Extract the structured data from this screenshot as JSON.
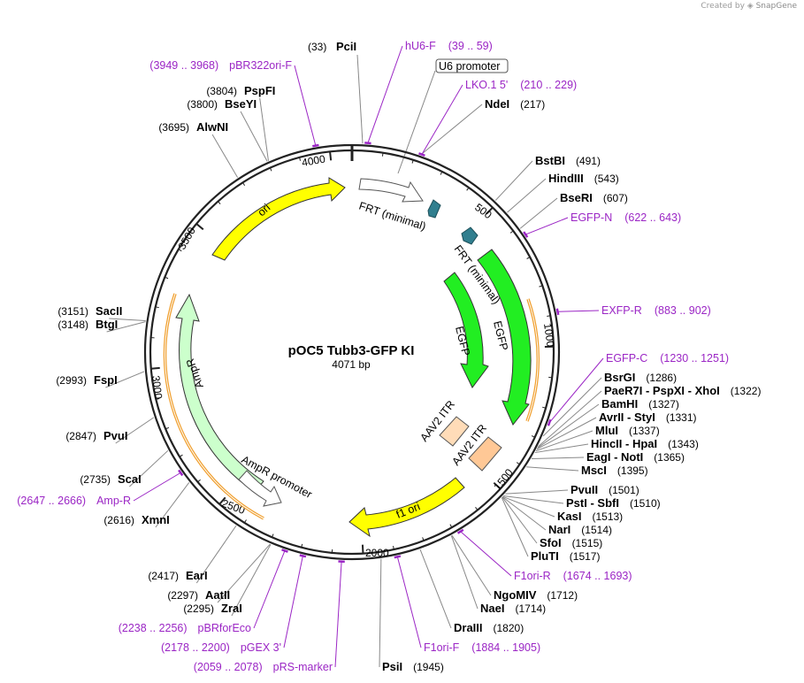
{
  "credit": {
    "prefix": "Created by",
    "brand": "SnapGene"
  },
  "plasmid": {
    "name": "pOC5 Tubb3-GFP KI",
    "length_label": "4071 bp",
    "length": 4071
  },
  "ticks": [
    "500",
    "1000",
    "1500",
    "2000",
    "2500",
    "3000",
    "3500",
    "4000"
  ],
  "enzymes": [
    {
      "name": "PciI",
      "pos": "(33)"
    },
    {
      "name": "NdeI",
      "pos": "(217)"
    },
    {
      "name": "BstBI",
      "pos": "(491)"
    },
    {
      "name": "HindIII",
      "pos": "(543)"
    },
    {
      "name": "BseRI",
      "pos": "(607)"
    },
    {
      "name": "BsrGI",
      "pos": "(1286)"
    },
    {
      "name": "PaeR7I - PspXI - XhoI",
      "pos": "(1322)"
    },
    {
      "name": "BamHI",
      "pos": "(1327)"
    },
    {
      "name": "AvrII - StyI",
      "pos": "(1331)"
    },
    {
      "name": "MluI",
      "pos": "(1337)"
    },
    {
      "name": "HincII - HpaI",
      "pos": "(1343)"
    },
    {
      "name": "EagI - NotI",
      "pos": "(1365)"
    },
    {
      "name": "MscI",
      "pos": "(1395)"
    },
    {
      "name": "PvuII",
      "pos": "(1501)"
    },
    {
      "name": "PstI - SbfI",
      "pos": "(1510)"
    },
    {
      "name": "KasI",
      "pos": "(1513)"
    },
    {
      "name": "NarI",
      "pos": "(1514)"
    },
    {
      "name": "SfoI",
      "pos": "(1515)"
    },
    {
      "name": "PluTI",
      "pos": "(1517)"
    },
    {
      "name": "NgoMIV",
      "pos": "(1712)"
    },
    {
      "name": "NaeI",
      "pos": "(1714)"
    },
    {
      "name": "DraIII",
      "pos": "(1820)"
    },
    {
      "name": "PsiI",
      "pos": "(1945)"
    },
    {
      "name": "XmnI",
      "pos": "(2616)"
    },
    {
      "name": "ScaI",
      "pos": "(2735)"
    },
    {
      "name": "PvuI",
      "pos": "(2847)"
    },
    {
      "name": "FspI",
      "pos": "(2993)"
    },
    {
      "name": "BtgI",
      "pos": "(3148)"
    },
    {
      "name": "SacII",
      "pos": "(3151)"
    },
    {
      "name": "AlwNI",
      "pos": "(3695)"
    },
    {
      "name": "BseYI",
      "pos": "(3800)"
    },
    {
      "name": "PspFI",
      "pos": "(3804)"
    },
    {
      "name": "EarI",
      "pos": "(2417)"
    },
    {
      "name": "AatII",
      "pos": "(2297)"
    },
    {
      "name": "ZraI",
      "pos": "(2295)"
    }
  ],
  "primers": [
    {
      "name": "hU6-F",
      "range": "(39 .. 59)"
    },
    {
      "name": "LKO.1 5'",
      "range": "(210 .. 229)"
    },
    {
      "name": "pBR322ori-F",
      "range": "(3949 .. 3968)"
    },
    {
      "name": "EGFP-N",
      "range": "(622 .. 643)"
    },
    {
      "name": "EXFP-R",
      "range": "(883 .. 902)"
    },
    {
      "name": "EGFP-C",
      "range": "(1230 .. 1251)"
    },
    {
      "name": "F1ori-R",
      "range": "(1674 .. 1693)"
    },
    {
      "name": "F1ori-F",
      "range": "(1884 .. 1905)"
    },
    {
      "name": "pRS-marker",
      "range": "(2059 .. 2078)"
    },
    {
      "name": "pGEX 3'",
      "range": "(2178 .. 2200)"
    },
    {
      "name": "pBRforEco",
      "range": "(2238 .. 2256)"
    },
    {
      "name": "Amp-R",
      "range": "(2647 .. 2666)"
    }
  ],
  "features": [
    {
      "name": "ori",
      "color": "#ffff00"
    },
    {
      "name": "FRT (minimal)",
      "color": "#ffffff"
    },
    {
      "name": "FRT (minimal)",
      "color": "#317f8f"
    },
    {
      "name": "EGFP",
      "color": "#22ee22"
    },
    {
      "name": "EGFP",
      "color": "#22ee22"
    },
    {
      "name": "AAV2 ITR",
      "color": "#ffd9b3"
    },
    {
      "name": "AAV2 ITR",
      "color": "#ffc896"
    },
    {
      "name": "f1 ori",
      "color": "#ffff00"
    },
    {
      "name": "AmpR",
      "color": "#ccffcc"
    },
    {
      "name": "AmpR promoter",
      "color": "#ffffff"
    },
    {
      "name": "U6 promoter",
      "color": "#ffffff"
    }
  ],
  "colors": {
    "backbone": "#222222",
    "primer": "#9b26c5",
    "orf_outline": "#f0a030"
  }
}
